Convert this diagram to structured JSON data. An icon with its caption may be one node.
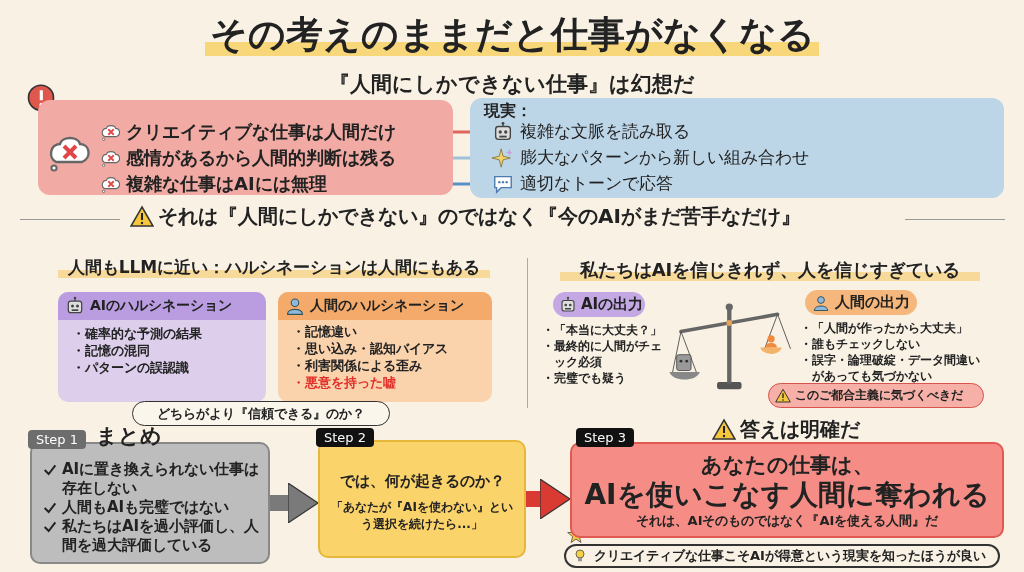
{
  "diagram": {
    "title": "その考えのままだと仕事がなくなる",
    "nodes": [
      {
        "text": [],
        "shape": "box"
      },
      {
        "text": [
          "クリエイティブな仕事は人間だけ"
        ],
        "in": 0
      },
      {
        "text": [
          "感情があるから人間的判断は残る"
        ],
        "in": 0
      },
      {
        "text": [
          "複雑な仕事はAIには無理"
        ],
        "in": 0
      },
      {
        "text": [
          "現実："
        ]
      },
      {
        "text": [
          "複雑な文脈を読み取る"
        ],
        "in": 4
      },
      {
        "text": [
          "膨大なパターンから新しい組み合わせ"
        ],
        "in": 4
      },
      {
        "text": [
          "適切なトーンで応答"
        ],
        "in": 4
      },
      {
        "text": [
          "AIのハルシネーション",
          "・確率的な予測の結果",
          "・記憶の混同",
          "・パターンの誤認識"
        ]
      },
      {
        "text": [
          "人間のハルシネーション",
          "・記憶違い",
          "・思い込み・認知バイアス",
          "・利害関係による歪み",
          "・悪意を持った嘘"
        ]
      },
      {
        "text": [
          "どちらがより『信頼できる』のか？"
        ]
      },
      {
        "text": [
          "AIの出力"
        ],
        "beside": [
          "・「本当に大丈夫？」",
          "・最終的に人間がチェック必須",
          "・完璧でも疑う"
        ]
      },
      {
        "text": [
          "人間の出力"
        ],
        "beside": [
          "・「人間が作ったから大丈夫」",
          "・誰もチェックしない",
          "・誤字・論理破綻・データ間違いがあっても気づかない"
        ]
      },
      {
        "text": [
          "このご都合主義に気づくべきだ"
        ]
      },
      {
        "text": [
          "Step 1",
          "まとめ",
          "AIに置き換えられない仕事は存在しない",
          "人間もAIも完璧ではない",
          "私たちはAIを過小評価し、人間を過大評価している"
        ]
      },
      {
        "text": [
          "Step 2",
          "では、何が起きるのか？",
          "「あなたが『AIを使わない』という選択を続けたら...」"
        ]
      },
      {
        "text": [
          "Step 3",
          "答えは明確だ",
          "あなたの仕事は、",
          "AIを使いこなす人間に奪われる",
          "それは、AIそのものではなく『AIを使える人間』だ"
        ]
      },
      {
        "text": [
          "クリエイティブな仕事こそAIが得意という現実を知ったほうが良い"
        ]
      }
    ],
    "edges": [
      {
        "from": 1,
        "to": 5,
        "arrow": "to",
        "color": "#e0675e"
      },
      {
        "from": 2,
        "to": 6,
        "arrow": "to",
        "color": "#9fc1d8"
      },
      {
        "from": 3,
        "to": 7,
        "arrow": "to",
        "color": "#5b8fc7"
      },
      {
        "from": 14,
        "to": 15,
        "arrow": "to",
        "style": "thick",
        "color": "#7a7a7a"
      },
      {
        "from": 15,
        "to": 16,
        "arrow": "to",
        "style": "thick",
        "color": "#d93a32"
      }
    ],
    "labels": [
      "『人間にしかできない仕事』は幻想だ",
      "それは『人間にしかできない』のではなく『今のAIがまだ苦手なだけ』",
      "人間もLLMに近い：ハルシネーションは人間にもある",
      "私たちはAIを信じきれず、人を信じすぎている"
    ]
  }
}
